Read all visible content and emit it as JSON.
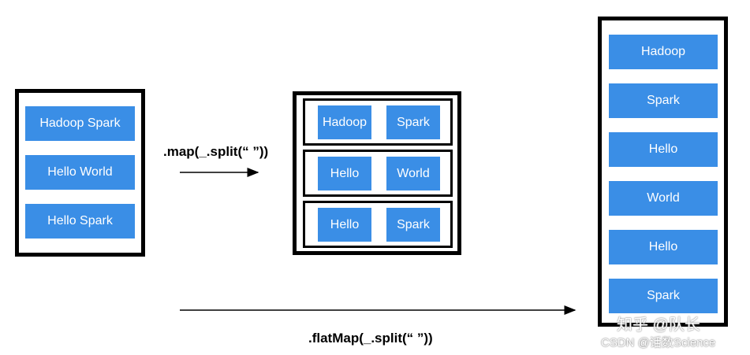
{
  "input_rdd": {
    "rows": [
      "Hadoop Spark",
      "Hello World",
      "Hello Spark"
    ]
  },
  "map_op": {
    "label": ".map(_.split(“ ”))",
    "result_groups": [
      [
        "Hadoop",
        "Spark"
      ],
      [
        "Hello",
        "World"
      ],
      [
        "Hello",
        "Spark"
      ]
    ]
  },
  "flatmap_op": {
    "label": ".flatMap(_.split(“ ”))",
    "result_items": [
      "Hadoop",
      "Spark",
      "Hello",
      "World",
      "Hello",
      "Spark"
    ]
  },
  "watermark": {
    "line1": "知乎 @队长",
    "line2": "CSDN @话数Science"
  },
  "colors": {
    "cell": "#3a8ee6",
    "border": "#000000"
  }
}
